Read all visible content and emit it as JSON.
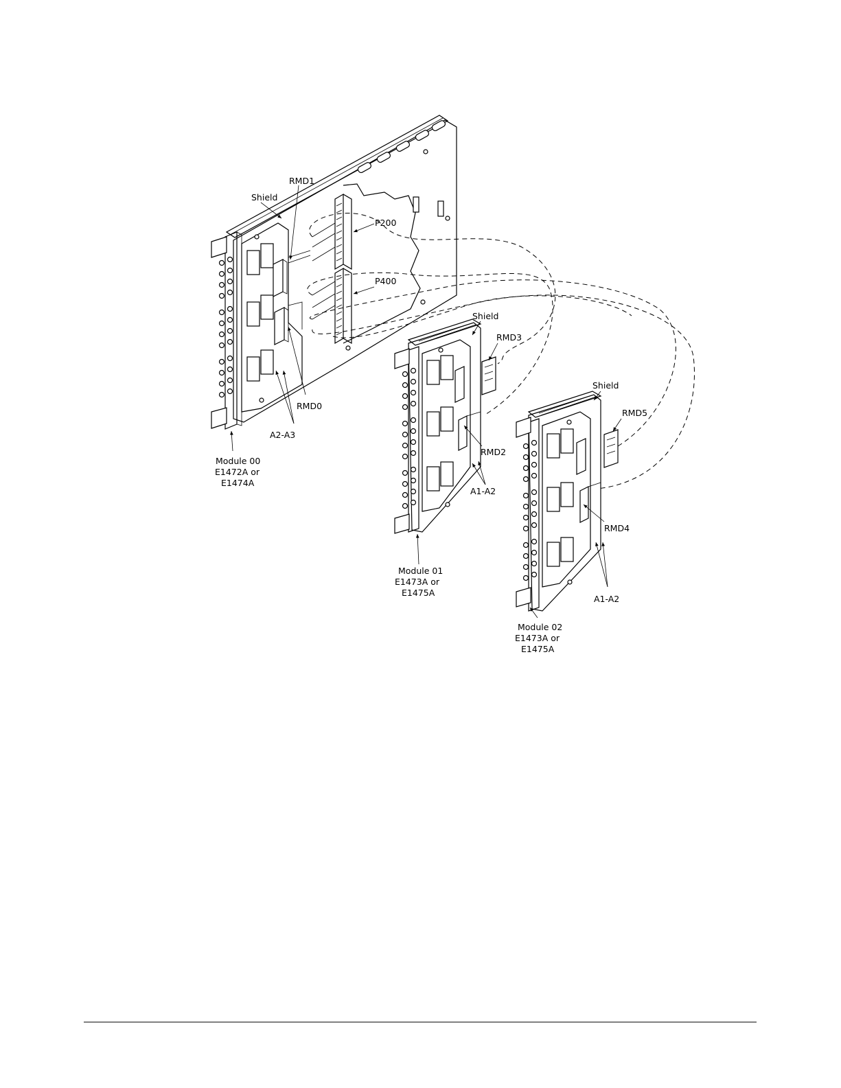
{
  "labels": {
    "rmd1": "RMD1",
    "shield_main": "Shield",
    "p200": "P200",
    "p400": "P400",
    "rmd0": "RMD0",
    "a2_a3": "A2-A3",
    "module00": [
      "Module 00",
      "E1472A or",
      "E1474A"
    ],
    "shield_01": "Shield",
    "rmd3": "RMD3",
    "rmd2": "RMD2",
    "a1_a2_01": "A1-A2",
    "module01": [
      "Module 01",
      "E1473A or",
      "E1475A"
    ],
    "shield_02": "Shield",
    "rmd5": "RMD5",
    "rmd4": "RMD4",
    "a1_a2_02": "A1-A2",
    "module02": [
      "Module 02",
      "E1473A or",
      "E1475A"
    ]
  }
}
